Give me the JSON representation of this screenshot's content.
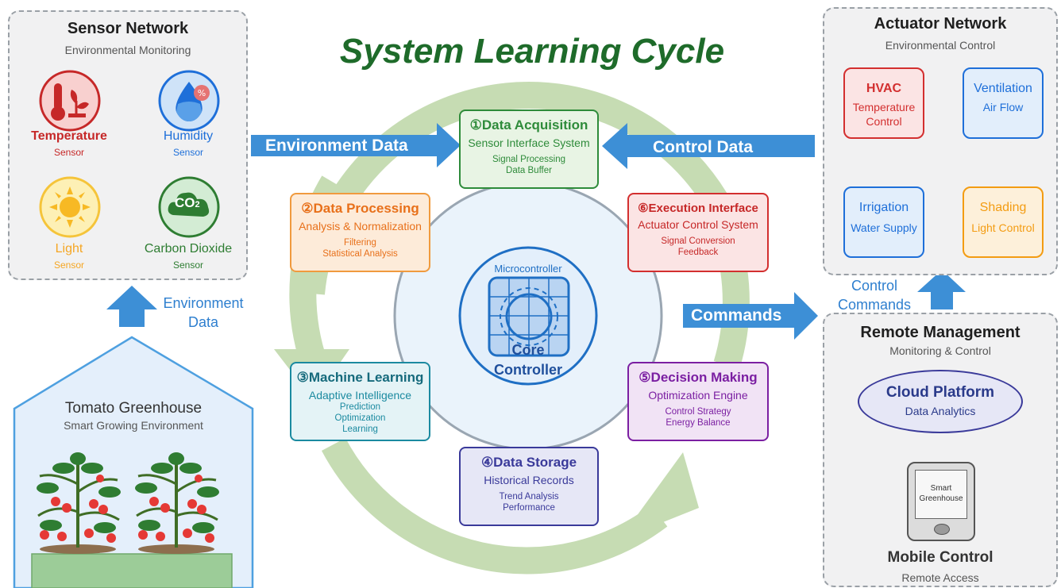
{
  "title": "System Learning Cycle",
  "sensor_network": {
    "title": "Sensor Network",
    "subtitle": "Environmental Monitoring",
    "sensors": [
      {
        "name": "Temperature",
        "sub": "Sensor",
        "icon": "thermometer-plant-icon",
        "color": "#c62828"
      },
      {
        "name": "Humidity",
        "sub": "Sensor",
        "icon": "water-drop-icon",
        "color": "#1e6fd9"
      },
      {
        "name": "Light",
        "sub": "Sensor",
        "icon": "sun-icon",
        "color": "#f5a623"
      },
      {
        "name": "Carbon Dioxide",
        "sub": "Sensor",
        "icon": "co2-cloud-icon",
        "color": "#2e7d32"
      }
    ],
    "co2_label": "CO",
    "co2_sub": "2"
  },
  "flows": {
    "environment_data": "Environment Data",
    "control_data": "Control Data",
    "commands": "Commands",
    "environment_data_up": "Environment\nData",
    "control_commands": "Control\nCommands"
  },
  "greenhouse": {
    "title": "Tomato Greenhouse",
    "subtitle": "Smart Growing Environment"
  },
  "core": {
    "top_label": "Microcontroller",
    "line1": "Core",
    "line2": "Controller"
  },
  "stages": [
    {
      "title": "①Data Acquisition",
      "sub": "Sensor Interface System",
      "details": [
        "Signal Processing",
        "Data Buffer"
      ],
      "color": "#2e8b3a"
    },
    {
      "title": "②Data Processing",
      "sub": "Analysis & Normalization",
      "details": [
        "Filtering",
        "Statistical Analysis"
      ],
      "color": "#e8701a"
    },
    {
      "title": "③Machine Learning",
      "sub": "Adaptive Intelligence",
      "details": [
        "Prediction",
        "Optimization",
        "Learning"
      ],
      "color": "#1b8aa0"
    },
    {
      "title": "④Data Storage",
      "sub": "Historical Records",
      "details": [
        "Trend Analysis",
        "Performance"
      ],
      "color": "#3a3a9a"
    },
    {
      "title": "⑤Decision Making",
      "sub": "Optimization Engine",
      "details": [
        "Control Strategy",
        "Energy Balance"
      ],
      "color": "#7b1fa2"
    },
    {
      "title": "⑥Execution Interface",
      "sub": "Actuator Control System",
      "details": [
        "Signal Conversion",
        "Feedback"
      ],
      "color": "#c62828"
    }
  ],
  "actuator_network": {
    "title": "Actuator Network",
    "subtitle": "Environmental Control",
    "actuators": [
      {
        "name": "HVAC",
        "sub": "Temperature\nControl",
        "color": "#d32f2f"
      },
      {
        "name": "Ventilation",
        "sub": "Air Flow",
        "color": "#1e6fd9"
      },
      {
        "name": "Irrigation",
        "sub": "Water Supply",
        "color": "#1e6fd9"
      },
      {
        "name": "Shading",
        "sub": "Light Control",
        "color": "#f39c12"
      }
    ]
  },
  "remote": {
    "title": "Remote Management",
    "subtitle": "Monitoring & Control",
    "cloud_title": "Cloud Platform",
    "cloud_sub": "Data Analytics",
    "phone_screen": "Smart\nGreenhouse",
    "mobile_title": "Mobile Control",
    "mobile_sub": "Remote Access"
  }
}
